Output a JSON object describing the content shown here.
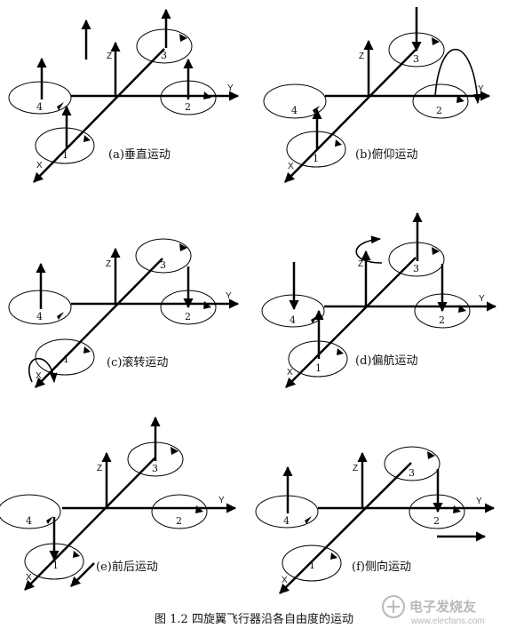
{
  "panels": [
    {
      "id": "a",
      "caption": "(a)垂直运动"
    },
    {
      "id": "b",
      "caption": "(b)俯仰运动"
    },
    {
      "id": "c",
      "caption": "(c)滚转运动"
    },
    {
      "id": "d",
      "caption": "(d)偏航运动"
    },
    {
      "id": "e",
      "caption": "(e)前后运动"
    },
    {
      "id": "f",
      "caption": "(f)侧向运动"
    }
  ],
  "axis_labels": {
    "x": "X",
    "y": "Y",
    "z": "Z"
  },
  "rotor_labels": [
    "1",
    "2",
    "3",
    "4"
  ],
  "figure_caption": "图 1.2 四旋翼飞行器沿各自由度的运动",
  "watermark": {
    "brand": "电子发烧友",
    "url": "www.elecfans.com"
  }
}
